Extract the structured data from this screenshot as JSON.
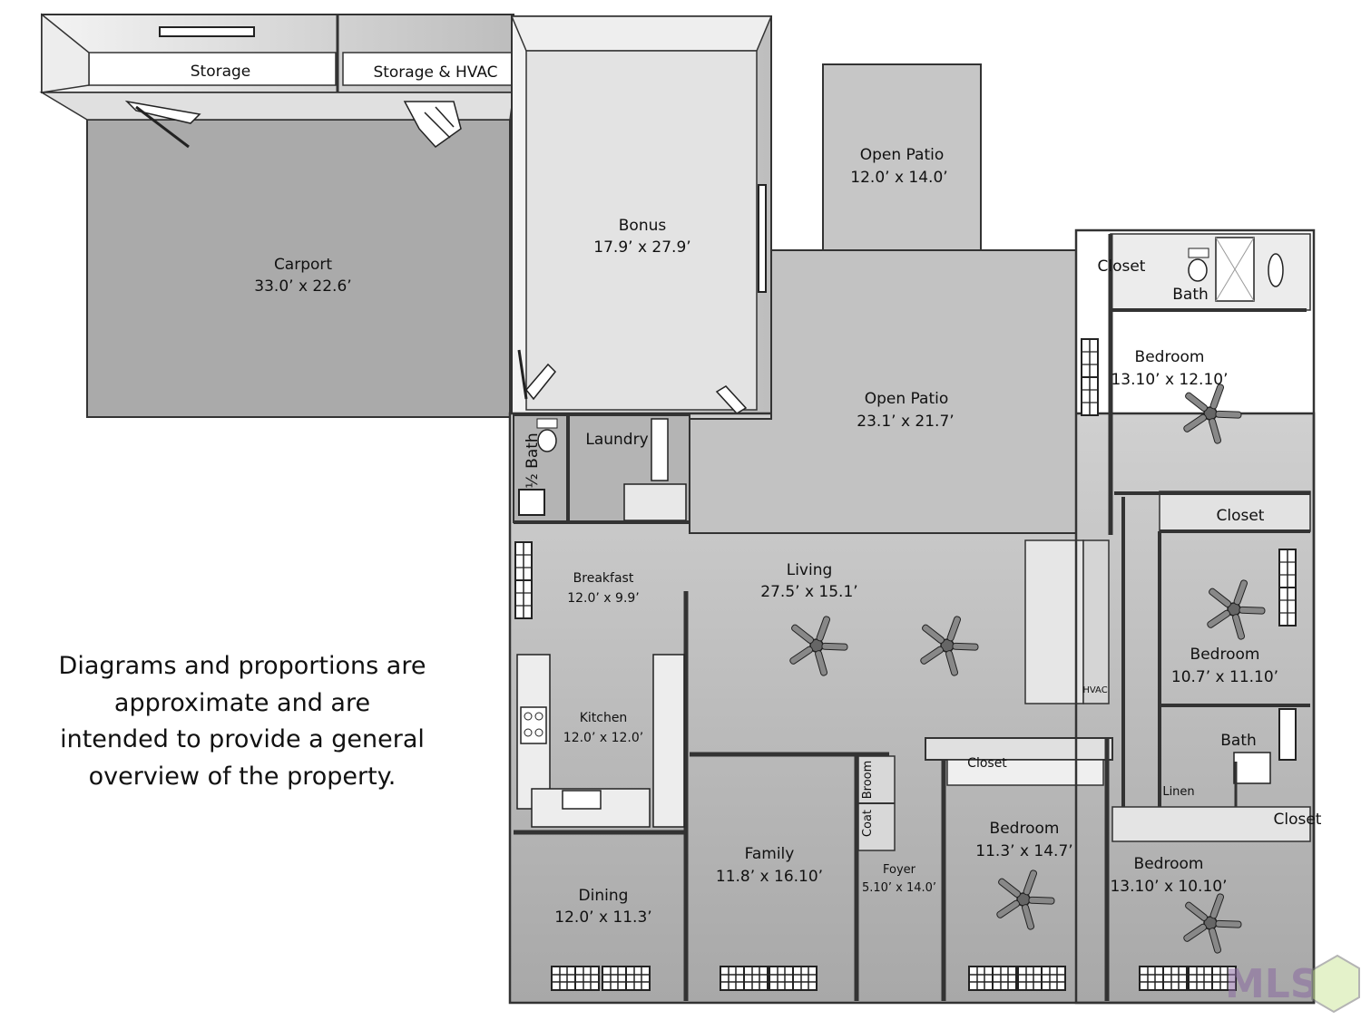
{
  "rooms": {
    "storage": "Storage",
    "storage_hvac": "Storage & HVAC",
    "carport": {
      "name": "Carport",
      "dims": "33.0’ x 22.6’"
    },
    "bonus": {
      "name": "Bonus",
      "dims": "17.9’ x 27.9’"
    },
    "patio_top": {
      "name": "Open Patio",
      "dims": "12.0’ x 14.0’"
    },
    "patio_main": {
      "name": "Open Patio",
      "dims": "23.1’ x 21.7’"
    },
    "half_bath": "½ Bath",
    "laundry": "Laundry",
    "breakfast": {
      "name": "Breakfast",
      "dims": "12.0’ x 9.9’"
    },
    "living": {
      "name": "Living",
      "dims": "27.5’ x 15.1’"
    },
    "kitchen": {
      "name": "Kitchen",
      "dims": "12.0’ x 12.0’"
    },
    "dining": {
      "name": "Dining",
      "dims": "12.0’ x 11.3’"
    },
    "family": {
      "name": "Family",
      "dims": "11.8’ x 16.10’"
    },
    "foyer": {
      "name": "Foyer",
      "dims": "5.10’ x 14.0’"
    },
    "coat": "Coat",
    "broom": "Broom",
    "bedroom_front_mid": {
      "name": "Bedroom",
      "dims": "11.3’ x 14.7’"
    },
    "bedroom_front_right": {
      "name": "Bedroom",
      "dims": "13.10’ x 10.10’"
    },
    "bedroom_mid_right": {
      "name": "Bedroom",
      "dims": "10.7’ x 11.10’"
    },
    "bedroom_master": {
      "name": "Bedroom",
      "dims": "13.10’ x 12.10’"
    },
    "closet": "Closet",
    "bath": "Bath",
    "linen": "Linen",
    "hvac": "HVAC"
  },
  "disclaimer": "Diagrams and proportions are approximate and are intended to provide a general overview of the property.",
  "watermark": "MLS",
  "colors": {
    "floor": "#b9b9b9",
    "wall_face": "#e6e6e6",
    "wall_edge": "#333333",
    "carport": "#a9a9a9",
    "patio": "#c4c4c4"
  },
  "icons": [
    "ceiling-fan-icon",
    "window-icon",
    "door-icon",
    "toilet-icon",
    "sink-icon",
    "stove-icon"
  ]
}
